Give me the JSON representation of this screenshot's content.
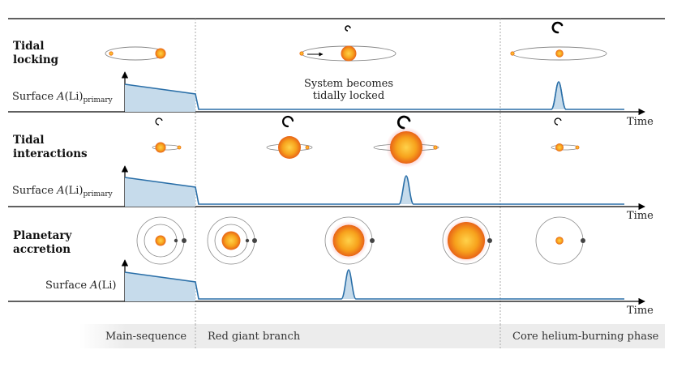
{
  "rows": [
    {
      "title_line1": "Tidal",
      "title_line2": "locking",
      "ylabel_main": "Surface ",
      "ylabel_italic": "A",
      "ylabel_paren": "(Li)",
      "ylabel_sub": "primary",
      "axis_label": "Time",
      "annotation_line1": "System becomes",
      "annotation_line2": "tidally locked"
    },
    {
      "title_line1": "Tidal",
      "title_line2": "interactions",
      "ylabel_main": "Surface ",
      "ylabel_italic": "A",
      "ylabel_paren": "(Li)",
      "ylabel_sub": "primary",
      "axis_label": "Time"
    },
    {
      "title_line1": "Planetary",
      "title_line2": "accretion",
      "ylabel_main": "Surface ",
      "ylabel_italic": "A",
      "ylabel_paren": "(Li)",
      "ylabel_sub": "",
      "axis_label": "Time"
    }
  ],
  "phases": [
    {
      "label": "Main-sequence"
    },
    {
      "label": "Red giant branch"
    },
    {
      "label": "Core helium-burning phase"
    }
  ],
  "colors": {
    "curve": "#2a6fa8",
    "fill": "#c6dbeb",
    "star_core": "#f5a623",
    "star_edge": "#e8651a",
    "orbit": "#888888",
    "phase_band": "#ececec"
  }
}
